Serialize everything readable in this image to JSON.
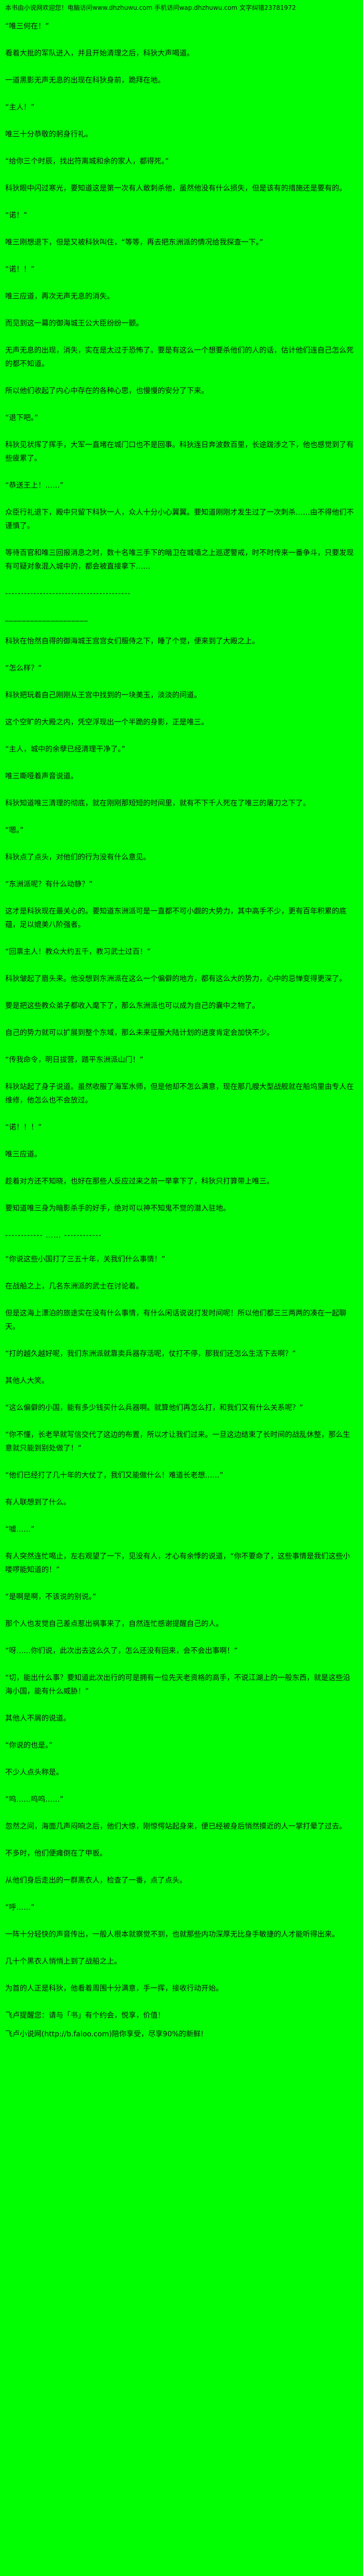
{
  "page": {
    "background_color": "#00ff00",
    "text_color": "#141414"
  },
  "header": {
    "notice": "本书由小说网欢迎您！电脑访问www.dhzhuwu.com 手机访问wap.dhzhuwu.com 文字纠错23781972"
  },
  "paragraphs": [
    {
      "type": "para",
      "text": "“唯三何在！”"
    },
    {
      "type": "para",
      "text": "看着大批的军队进入，并且开始清理之后，科狄大声喝道。"
    },
    {
      "type": "para",
      "text": "一道黑影无声无息的出现在科狄身前，跪拜在地。"
    },
    {
      "type": "para",
      "text": "“主人！”"
    },
    {
      "type": "para",
      "text": "唯三十分恭敬的躬身行礼。"
    },
    {
      "type": "para",
      "text": "“给你三个时辰，找出符离城和余的家人，都得死。”"
    },
    {
      "type": "para",
      "text": "科狄眼中闪过寒光，要知道这是第一次有人敢刺杀他，虽然他没有什么损失，但是该有的措施还是要有的。"
    },
    {
      "type": "para",
      "text": "“诺！”"
    },
    {
      "type": "para",
      "text": "唯三刚想退下，但是又被科狄叫住，“等等，再去把东洲派的情况给我探查一下。”"
    },
    {
      "type": "para",
      "text": "“诺！！”"
    },
    {
      "type": "para",
      "text": "唯三应道，再次无声无息的消失。"
    },
    {
      "type": "para",
      "text": "而见到这一幕的御海城王公大臣纷纷一颤。"
    },
    {
      "type": "para",
      "text": "无声无息的出现，消失，实在是太过于恐怖了。要是有这么一个想要杀他们的人的话，估计他们连自己怎么死的都不知道。"
    },
    {
      "type": "para",
      "text": "所以他们收起了内心中存在的各种心思，也慢慢的安分了下来。"
    },
    {
      "type": "para",
      "text": "“退下吧。”"
    },
    {
      "type": "para",
      "text": "科狄见状挥了挥手，大军一直堵在城门口也不是回事。科狄连日奔波数百里，长途跋涉之下，他也感觉到了有些疲累了。"
    },
    {
      "type": "para",
      "text": "“恭送王上！……”"
    },
    {
      "type": "para",
      "text": "众臣行礼退下，殿中只留下科狄一人，众人十分小心翼翼。要知道刚刚才发生过了一次刺杀……由不得他们不谨慎了。"
    },
    {
      "type": "para",
      "text": "等待百官和唯三回报消息之时，数十名唯三手下的暗卫在城墙之上巡逻警戒，时不时传来一番争斗，只要发现有可疑对象混入城中的，都会被直接拿下……"
    },
    {
      "type": "divider",
      "text": "----------------------------------------"
    },
    {
      "type": "divider",
      "text": "____________________"
    },
    {
      "type": "para",
      "text": "科狄在怡然自得的御海城王宫宫女们服侍之下，睡了个觉，便来到了大殿之上。"
    },
    {
      "type": "para",
      "text": "“怎么样？”"
    },
    {
      "type": "para",
      "text": "科狄把玩着自己刚刚从王宫中找到的一块美玉，淡淡的问道。"
    },
    {
      "type": "para",
      "text": "这个空旷的大殿之内，凭空浮现出一个半跪的身影，正是唯三。"
    },
    {
      "type": "para",
      "text": "“主人，城中的余孽已经清理干净了。”"
    },
    {
      "type": "para",
      "text": "唯三嘶哑着声音说道。"
    },
    {
      "type": "para",
      "text": "科狄知道唯三清理的彻底，就在刚刚那短短的时间里，就有不下千人死在了唯三的屠刀之下了。"
    },
    {
      "type": "para",
      "text": "“嗯。”"
    },
    {
      "type": "para",
      "text": "科狄点了点头，对他们的行为没有什么意见。"
    },
    {
      "type": "para",
      "text": "“东洲派呢？有什么动静？”"
    },
    {
      "type": "para",
      "text": "这才是科狄现在最关心的。要知道东洲派可是一直都不可小觑的大势力，其中高手不少，更有百年积累的底蕴，足以媲美八阶强者。"
    },
    {
      "type": "para",
      "text": "“回禀主人！教众大约五千，教习武士过百！”"
    },
    {
      "type": "para",
      "text": "科狄皱起了眉头来。他没想到东洲派在这么一个偏僻的地方，都有这么大的势力，心中的忌惮变得更深了。"
    },
    {
      "type": "para",
      "text": "要是把这些教众弟子都收入麾下了，那么东洲派也可以成为自己的囊中之物了。"
    },
    {
      "type": "para",
      "text": "自己的势力就可以扩展到整个东域，那么未来征服大陆计划的进度肯定会加快不少。"
    },
    {
      "type": "para",
      "text": "“传我命令，明日拔营，踏平东洲派山门！”"
    },
    {
      "type": "para",
      "text": "科狄站起了身子说道。虽然收服了海军水师，但是他却不怎么满意，现在那几艘大型战舰就在船坞里由专人在维修，他怎么也不会放过。"
    },
    {
      "type": "para",
      "text": "“诺！！！”"
    },
    {
      "type": "para",
      "text": "唯三应道。"
    },
    {
      "type": "para",
      "text": "趁着对方还不知晓，也好在那些人反应过来之前一举拿下了，科狄只打算带上唯三。"
    },
    {
      "type": "para",
      "text": "要知道唯三身为暗影杀手的好手，绝对可以神不知鬼不觉的潜入驻地。"
    },
    {
      "type": "divider",
      "text": "------------ …… ------------"
    },
    {
      "type": "para",
      "text": "“你说这些小国打了三五十年，关我们什么事情！”"
    },
    {
      "type": "para",
      "text": "在战船之上，几名东洲派的武士在讨论着。"
    },
    {
      "type": "para",
      "text": "但是这海上漂泊的旅途实在没有什么事情，有什么闲话说说打发时间呢！所以他们都三三两两的凑在一起聊天。"
    },
    {
      "type": "para",
      "text": "“打的越久越好呢，我们东洲派就靠卖兵器存活呢，仗打不停，那我们还怎么生活下去啊？”"
    },
    {
      "type": "para",
      "text": "其他人大笑。"
    },
    {
      "type": "para",
      "text": "“这么偏僻的小国，能有多少钱买什么兵器啊。就算他们再怎么打，和我们又有什么关系呢？”"
    },
    {
      "type": "para",
      "text": "“你不懂，长老早就写信交代了这边的布置，所以才让我们过来。一旦这边结束了长时间的战乱休整，那么生意就只能到别处做了！”"
    },
    {
      "type": "para",
      "text": "“他们已经打了几十年的大仗了，我们又能做什么！难道长老想……”"
    },
    {
      "type": "para",
      "text": "有人联想到了什么。"
    },
    {
      "type": "para",
      "text": "“嘘……”"
    },
    {
      "type": "para",
      "text": "有人突然连忙喝止，左右观望了一下，见没有人，才心有余悸的说道，“你不要命了，这些事情是我们这些小喽啰能知道的！”"
    },
    {
      "type": "para",
      "text": "“是啊是啊，不该说的别说。”"
    },
    {
      "type": "para",
      "text": "那个人也发觉自己差点惹出祸事来了，自然连忙感谢提醒自己的人。"
    },
    {
      "type": "para",
      "text": "“呀……你们说，此次出去这么久了，怎么还没有回来，会不会出事啊！”"
    },
    {
      "type": "para",
      "text": "“切，能出什么事？要知道此次出行的可是拥有一位先天老资格的高手，不说江湖上的一般东西，就是这些沿海小国，能有什么威胁！”"
    },
    {
      "type": "para",
      "text": "其他人不屑的说道。"
    },
    {
      "type": "para",
      "text": "“你说的也是。”"
    },
    {
      "type": "para",
      "text": "不少人点头称是。"
    },
    {
      "type": "para",
      "text": "“呜……呜呜……”"
    },
    {
      "type": "para",
      "text": "忽然之间，海面几声闷响之后，他们大惊，刚惊愕站起身来，便已经被身后悄然摸近的人一掌打晕了过去。"
    },
    {
      "type": "para",
      "text": "不多时，他们便瘫倒在了甲板。"
    },
    {
      "type": "para",
      "text": "从他们身后走出的一群黑衣人，检查了一番，点了点头。"
    },
    {
      "type": "para",
      "text": "“呼……”"
    },
    {
      "type": "para",
      "text": "一阵十分轻快的声音传出，一般人根本就察觉不到，也就那些内功深厚无比身手敏捷的人才能听得出来。"
    },
    {
      "type": "para",
      "text": "几十个黑衣人悄悄上到了战船之上。"
    },
    {
      "type": "para",
      "text": "为首的人正是科狄，他看着周围十分满意，手一挥，接收行动开始。"
    },
    {
      "type": "footer",
      "text": "飞卢提醒您：请与「书」有个约会，悦享，价值！"
    },
    {
      "type": "footer",
      "text": "飞卢小说网(http://b.faloo.com)陪你享受，尽享90%的新鲜!"
    }
  ]
}
